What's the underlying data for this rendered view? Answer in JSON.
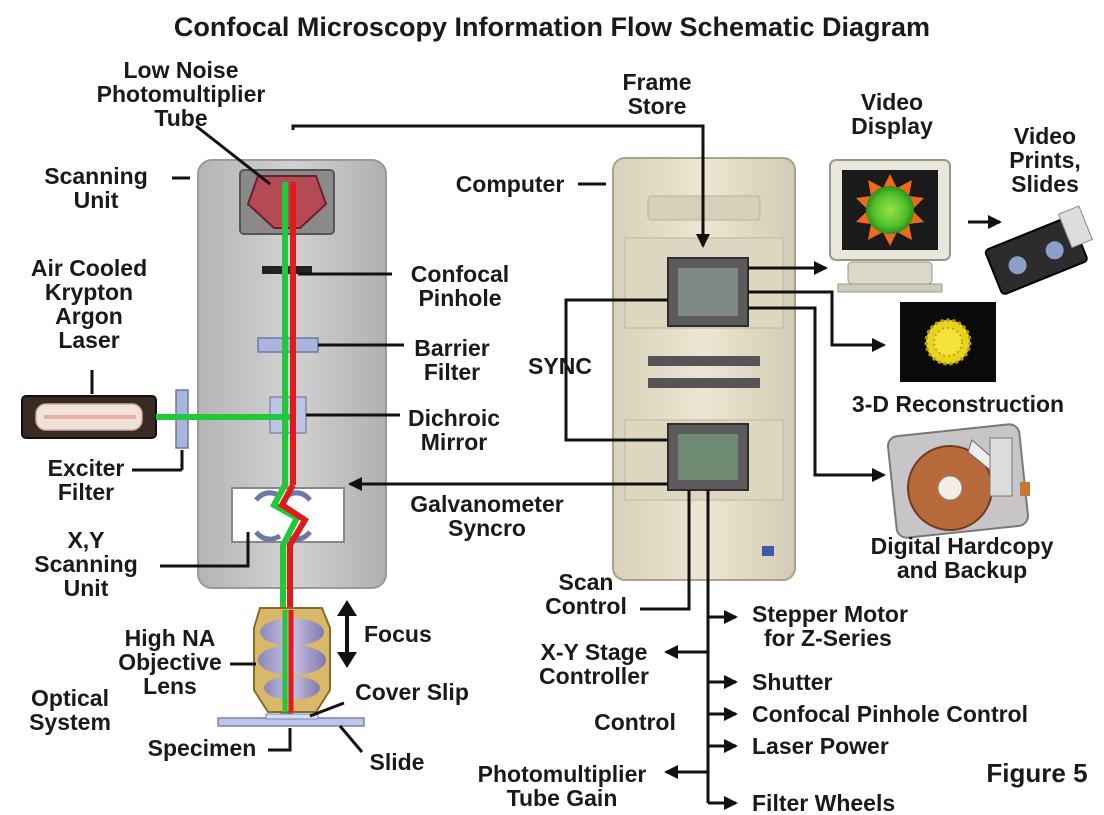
{
  "title": "Confocal Microscopy Information Flow Schematic Diagram",
  "figure_label": "Figure 5",
  "labels": {
    "pmt_line1": "Low Noise",
    "pmt_line2": "Photomultiplier",
    "pmt_line3": "Tube",
    "scanning_line1": "Scanning",
    "scanning_line2": "Unit",
    "laser_line1": "Air Cooled",
    "laser_line2": "Krypton",
    "laser_line3": "Argon",
    "laser_line4": "Laser",
    "exciter_line1": "Exciter",
    "exciter_line2": "Filter",
    "xy_line1": "X,Y",
    "xy_line2": "Scanning",
    "xy_line3": "Unit",
    "objective_line1": "High NA",
    "objective_line2": "Objective",
    "objective_line3": "Lens",
    "optical_line1": "Optical",
    "optical_line2": "System",
    "specimen": "Specimen",
    "cover_slip": "Cover Slip",
    "slide": "Slide",
    "focus": "Focus",
    "pinhole_line1": "Confocal",
    "pinhole_line2": "Pinhole",
    "barrier_line1": "Barrier",
    "barrier_line2": "Filter",
    "dichroic_line1": "Dichroic",
    "dichroic_line2": "Mirror",
    "galvo_line1": "Galvanometer",
    "galvo_line2": "Syncro",
    "sync": "SYNC",
    "computer": "Computer",
    "frame_line1": "Frame",
    "frame_line2": "Store",
    "video_line1": "Video",
    "video_line2": "Display",
    "prints_line1": "Video",
    "prints_line2": "Prints,",
    "prints_line3": "Slides",
    "reconstruction": "3-D Reconstruction",
    "hardcopy_line1": "Digital Hardcopy",
    "hardcopy_line2": "and Backup",
    "scan_line1": "Scan",
    "scan_line2": "Control",
    "stepper_line1": "Stepper Motor",
    "stepper_line2": "for Z-Series",
    "stage_line1": "X-Y Stage",
    "stage_line2": "Controller",
    "shutter": "Shutter",
    "control": "Control",
    "pinhole_control": "Confocal Pinhole Control",
    "laser_power": "Laser Power",
    "pmt_gain_line1": "Photomultiplier",
    "pmt_gain_line2": "Tube Gain",
    "filter_wheels": "Filter Wheels"
  },
  "colors": {
    "excitation_beam": "#22c83a",
    "emission_beam": "#e01b1b",
    "unit_body": "#c8c8c8",
    "computer_body": "#e6e0cc",
    "connector": "#111111"
  }
}
